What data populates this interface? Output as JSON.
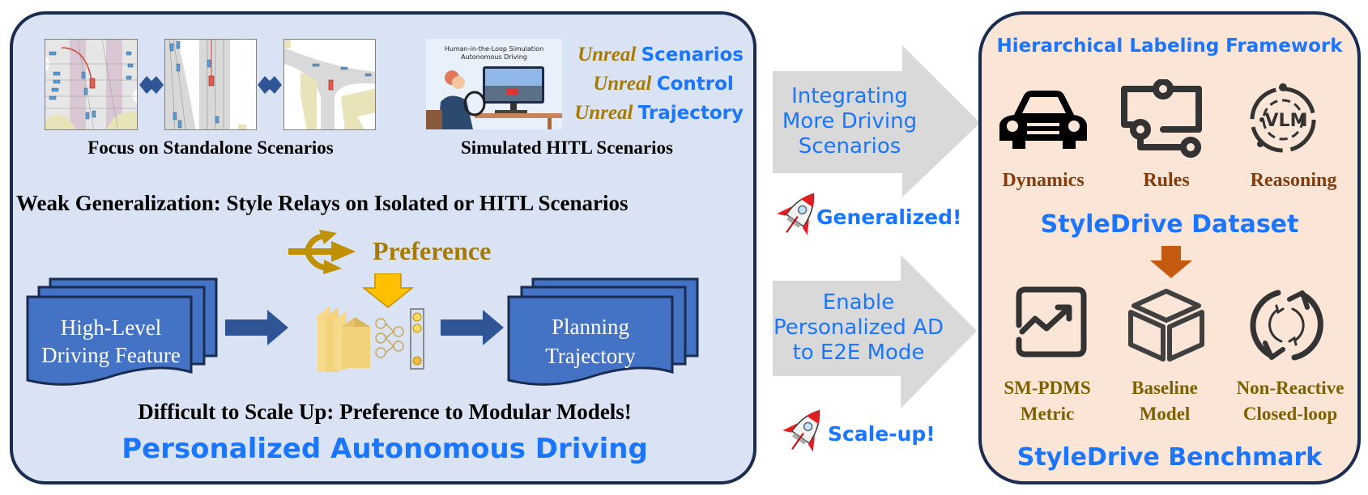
{
  "left_panel": {
    "standalone_caption": "Focus on Standalone Scenarios",
    "hitl_caption": "Simulated HITL Scenarios",
    "hitl_image_text": [
      "Human-in-the-Loop Simulation",
      "Autonomous Driving"
    ],
    "unreal_items": [
      {
        "prefix": "Unreal",
        "label": "Scenarios"
      },
      {
        "prefix": "Unreal",
        "label": "Control"
      },
      {
        "prefix": "Unreal",
        "label": "Trajectory"
      }
    ],
    "weak_generalization": "Weak Generalization: Style Relays on Isolated or HITL Scenarios",
    "preference_label": "Preference",
    "input_block": [
      "High-Level",
      "Driving Feature"
    ],
    "output_block": [
      "Planning",
      "Trajectory"
    ],
    "difficult_text": "Difficult to Scale Up: Preference to Modular Models!",
    "title": "Personalized Autonomous Driving"
  },
  "middle": {
    "arrow1": [
      "Integrating",
      "More Driving",
      "Scenarios"
    ],
    "badge1": "Generalized!",
    "arrow2": [
      "Enable",
      "Personalized AD",
      "to E2E Mode"
    ],
    "badge2": "Scale-up!"
  },
  "right_panel": {
    "framework_title": "Hierarchical Labeling Framework",
    "framework_items": [
      {
        "icon": "car-icon",
        "label": "Dynamics"
      },
      {
        "icon": "rules-flow-icon",
        "label": "Rules"
      },
      {
        "icon": "vlm-icon",
        "label": "Reasoning"
      }
    ],
    "vlm_text": "VLM",
    "dataset_title": "StyleDrive Dataset",
    "benchmark_items": [
      {
        "icon": "chart-trend-icon",
        "line1": "SM-PDMS",
        "line2": "Metric"
      },
      {
        "icon": "cube-icon",
        "line1": "Baseline",
        "line2": "Model"
      },
      {
        "icon": "cycle-icon",
        "line1": "Non-Reactive",
        "line2": "Closed-loop"
      }
    ],
    "benchmark_title": "StyleDrive Benchmark"
  },
  "colors": {
    "left_bg": "#dae3f3",
    "right_bg": "#fbe5d6",
    "border": "#1a2c50",
    "accent_blue": "#1a75ff",
    "gold": "#a87a00",
    "block_blue": "#4472c4",
    "arrow_blue": "#2f5597",
    "orange_arrow": "#c55a11"
  }
}
